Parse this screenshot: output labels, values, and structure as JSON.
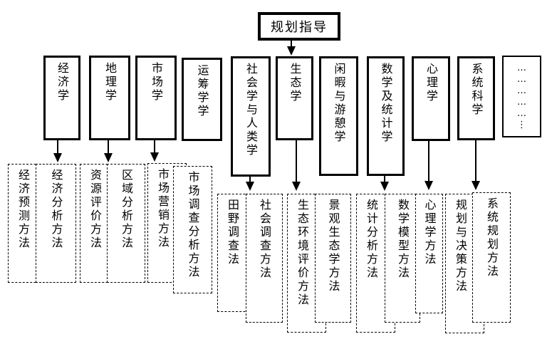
{
  "root": {
    "label": "规划指导"
  },
  "colors": {
    "ink": "#000000",
    "background": "#ffffff"
  },
  "disciplines": [
    {
      "id": "economics",
      "label": "经济学"
    },
    {
      "id": "geography",
      "label": "地理学"
    },
    {
      "id": "marketing",
      "label": "市场学"
    },
    {
      "id": "operations-research",
      "label": "运筹学学"
    },
    {
      "id": "sociology-anthropology",
      "label": "社会学与人类学"
    },
    {
      "id": "ecology",
      "label": "生态学"
    },
    {
      "id": "leisure-recreation",
      "label": "闲暇与游憩学"
    },
    {
      "id": "math-statistics",
      "label": "数学及统计学"
    },
    {
      "id": "psychology",
      "label": "心理学"
    },
    {
      "id": "systems-science",
      "label": "系统科学"
    },
    {
      "id": "more",
      "label": "……………⋮"
    }
  ],
  "methods": [
    {
      "id": "economic-forecasting",
      "label": "经济预测方法"
    },
    {
      "id": "economic-analysis",
      "label": "经济分析方法"
    },
    {
      "id": "resource-evaluation",
      "label": "资源评价方法"
    },
    {
      "id": "regional-analysis",
      "label": "区域分析方法"
    },
    {
      "id": "marketing-method",
      "label": "市场营销方法"
    },
    {
      "id": "market-survey-analysis",
      "label": "市场调查分析方法"
    },
    {
      "id": "field-survey",
      "label": "田野调查法"
    },
    {
      "id": "social-survey",
      "label": "社会调查方法"
    },
    {
      "id": "eco-environment-evaluation",
      "label": "生态环境评价方法"
    },
    {
      "id": "landscape-ecology",
      "label": "景观生态学方法"
    },
    {
      "id": "statistical-analysis",
      "label": "统计分析方法"
    },
    {
      "id": "math-model",
      "label": "数学模型方法"
    },
    {
      "id": "psychology-method",
      "label": "心理学方法"
    },
    {
      "id": "planning-decision",
      "label": "规划与决策方法"
    },
    {
      "id": "system-planning",
      "label": "系统规划方法"
    }
  ]
}
